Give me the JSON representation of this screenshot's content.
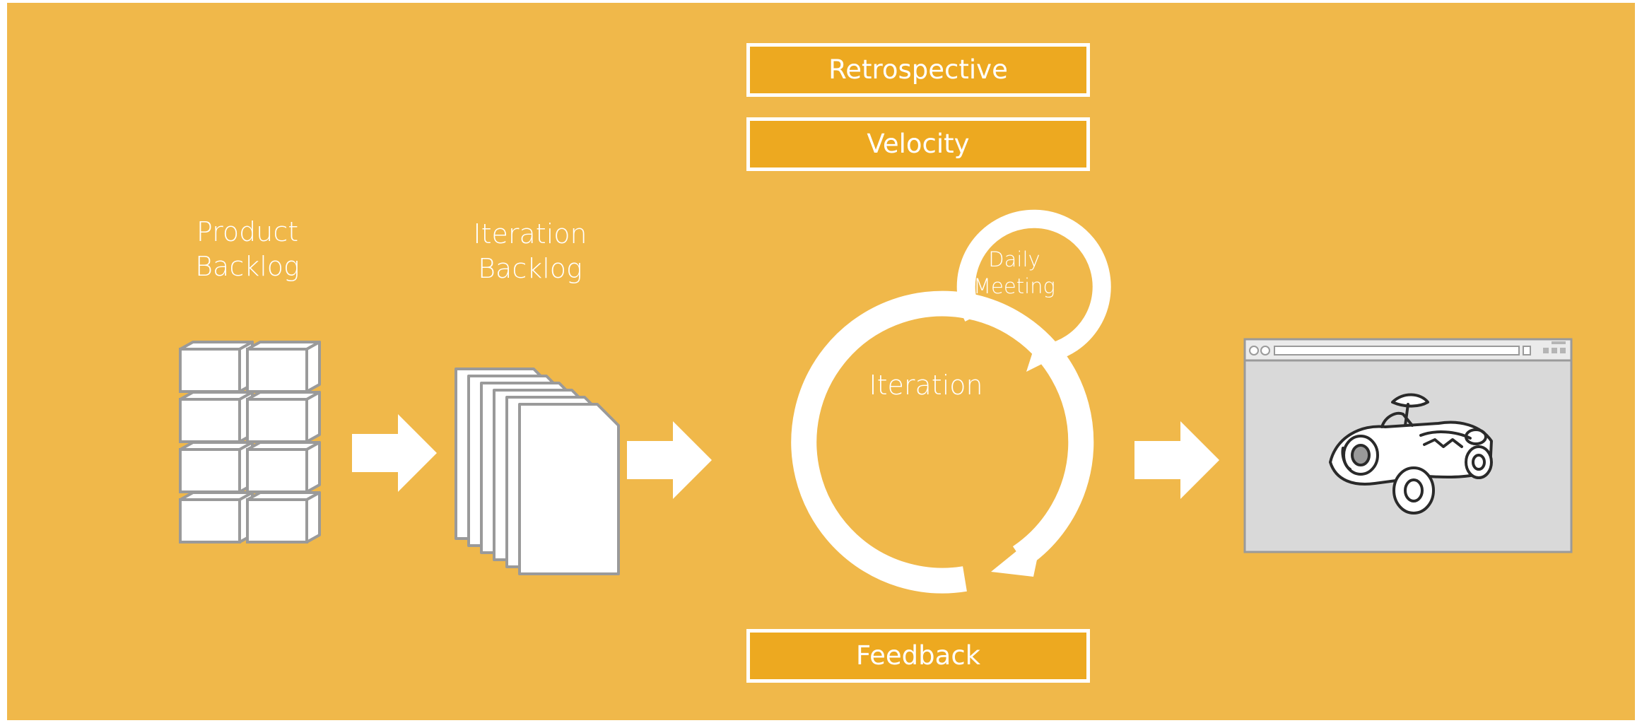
{
  "boxes": {
    "retrospective": "Retrospective",
    "velocity": "Velocity",
    "feedback": "Feedback"
  },
  "labels": {
    "product_backlog_line1": "Product",
    "product_backlog_line2": "Backlog",
    "iteration_backlog_line1": "Iteration",
    "iteration_backlog_line2": "Backlog",
    "iteration": "Iteration",
    "daily_meeting_line1": "Daily",
    "daily_meeting_line2": "Meeting"
  },
  "icons": [
    "cube-stack-icon",
    "document-stack-icon",
    "cycle-arrow-icon",
    "daily-cycle-arrow-icon",
    "browser-window-icon",
    "toy-car-icon",
    "right-arrow-icon"
  ],
  "colors": {
    "background": "#F0B84A",
    "box_fill": "#EDA920",
    "foreground": "#FFFFFF",
    "outline": "#9A9A9A",
    "browser_content": "#D9D9D9"
  }
}
